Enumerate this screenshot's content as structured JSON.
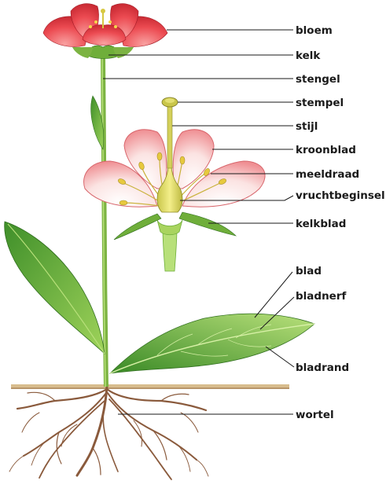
{
  "labels": {
    "bloem": "bloem",
    "kelk": "kelk",
    "stengel": "stengel",
    "stempel": "stempel",
    "stijl": "stijl",
    "kroonblad": "kroonblad",
    "meeldraad": "meeldraad",
    "vruchtbeginsel": "vruchtbeginsel",
    "kelkblad": "kelkblad",
    "blad": "blad",
    "bladnerf": "bladnerf",
    "bladrand": "bladrand",
    "wortel": "wortel"
  },
  "colors": {
    "petal_red": "#e8414b",
    "petal_pink": "#f6b6b7",
    "leaf_green": "#5aa832",
    "stem_green": "#8cc63f",
    "soil": "#c9a878",
    "root": "#8a5a3c"
  }
}
